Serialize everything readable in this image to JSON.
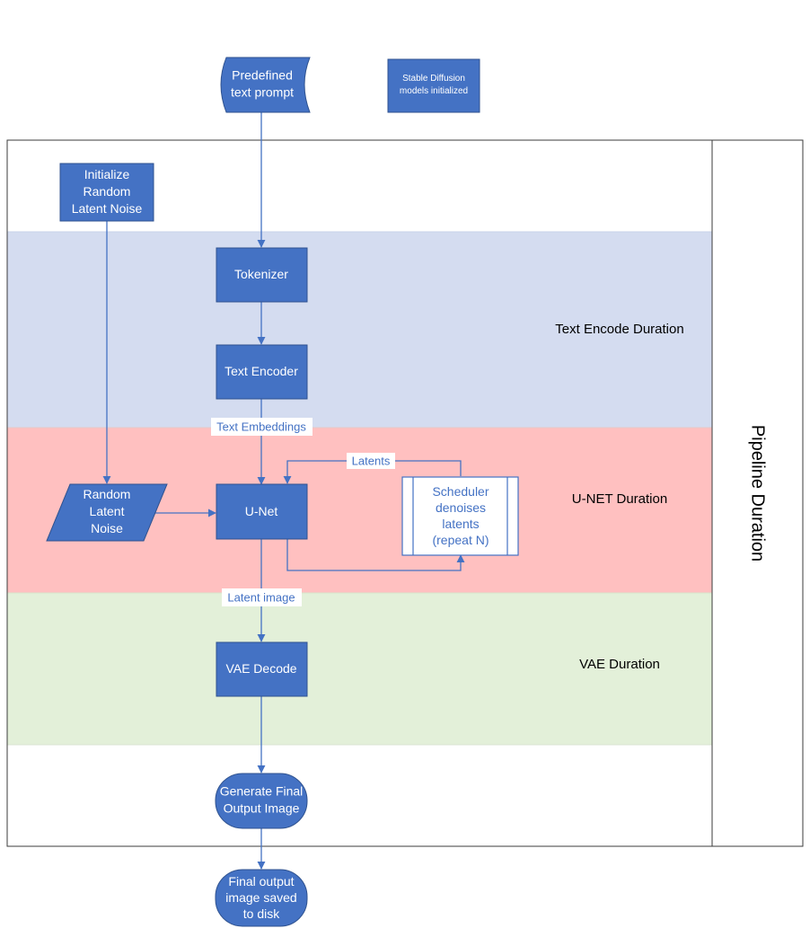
{
  "nodes": {
    "predefined_prompt": [
      "Predefined",
      "text prompt"
    ],
    "models_initialized": [
      "Stable Diffusion",
      "models initialized"
    ],
    "init_noise": [
      "Initialize",
      "Random",
      "Latent Noise"
    ],
    "tokenizer": [
      "Tokenizer"
    ],
    "text_encoder": [
      "Text Encoder"
    ],
    "random_noise": [
      "Random",
      "Latent",
      "Noise"
    ],
    "unet": [
      "U-Net"
    ],
    "scheduler": [
      "Scheduler",
      "denoises",
      "latents",
      "(repeat N)"
    ],
    "vae_decode": [
      "VAE  Decode"
    ],
    "generate_final": [
      "Generate Final",
      "Output Image"
    ],
    "final_saved": [
      "Final output",
      "image saved",
      "to disk"
    ]
  },
  "edge_labels": {
    "text_embeddings": "Text Embeddings",
    "latents": "Latents",
    "latent_image": "Latent image"
  },
  "bands": {
    "text_encode": "Text Encode Duration",
    "unet": "U-NET Duration",
    "vae": "VAE Duration"
  },
  "pipeline_label": "Pipeline Duration",
  "colors": {
    "node_fill": "#4472c4",
    "node_stroke": "#2f528f",
    "text_encode_band": "#d4dcf0",
    "unet_band": "#ffc0c0",
    "vae_band": "#e3f0d9"
  }
}
